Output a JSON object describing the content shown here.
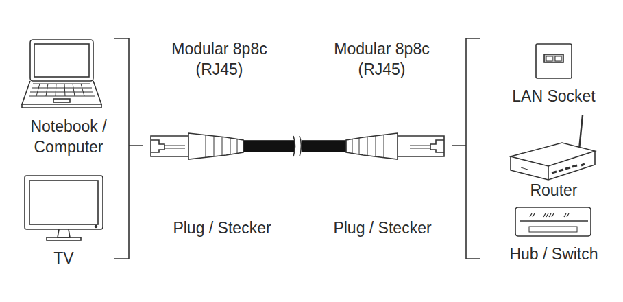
{
  "diagram": {
    "labels": [
      "Notebook / Computer",
      "TV",
      "Modular 8p8c (RJ45)",
      "Modular 8p8c (RJ45)",
      "Plug / Stecker",
      "Plug / Stecker",
      "LAN Socket",
      "Router",
      "Hub / Switch"
    ]
  }
}
